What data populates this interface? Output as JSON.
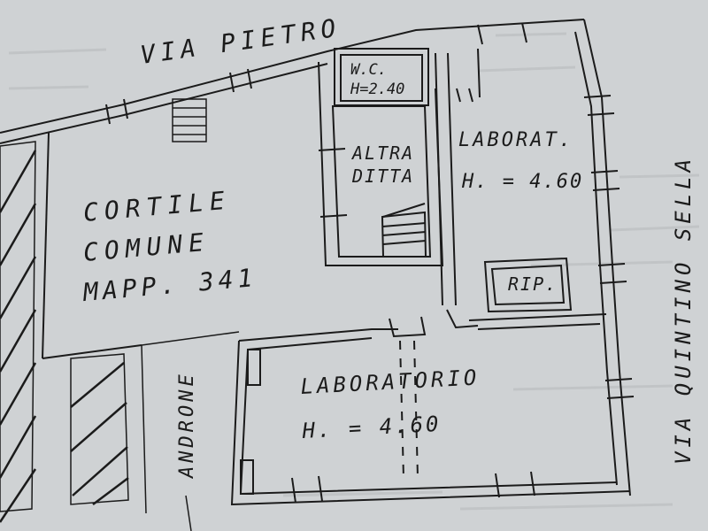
{
  "streets": {
    "top": "VIA PIETRO",
    "right": "VIA QUINTINO SELLA"
  },
  "rooms": {
    "wc": {
      "name": "W.C.",
      "height": "H=2.40"
    },
    "altra_ditta": {
      "line1": "ALTRA",
      "line2": "DITTA"
    },
    "laborat": {
      "name": "LABORAT.",
      "height": "H. = 4.60"
    },
    "rip": {
      "name": "RIP."
    },
    "laboratorio": {
      "name": "LABORATORIO",
      "height": "H. = 4.60"
    },
    "cortile": {
      "line1": "CORTILE",
      "line2": "COMUNE",
      "line3": "MAPP. 341"
    },
    "androne": {
      "name": "ANDRONE"
    }
  },
  "colors": {
    "paper": "#cfd2d4",
    "ink": "#1b1b1b"
  }
}
